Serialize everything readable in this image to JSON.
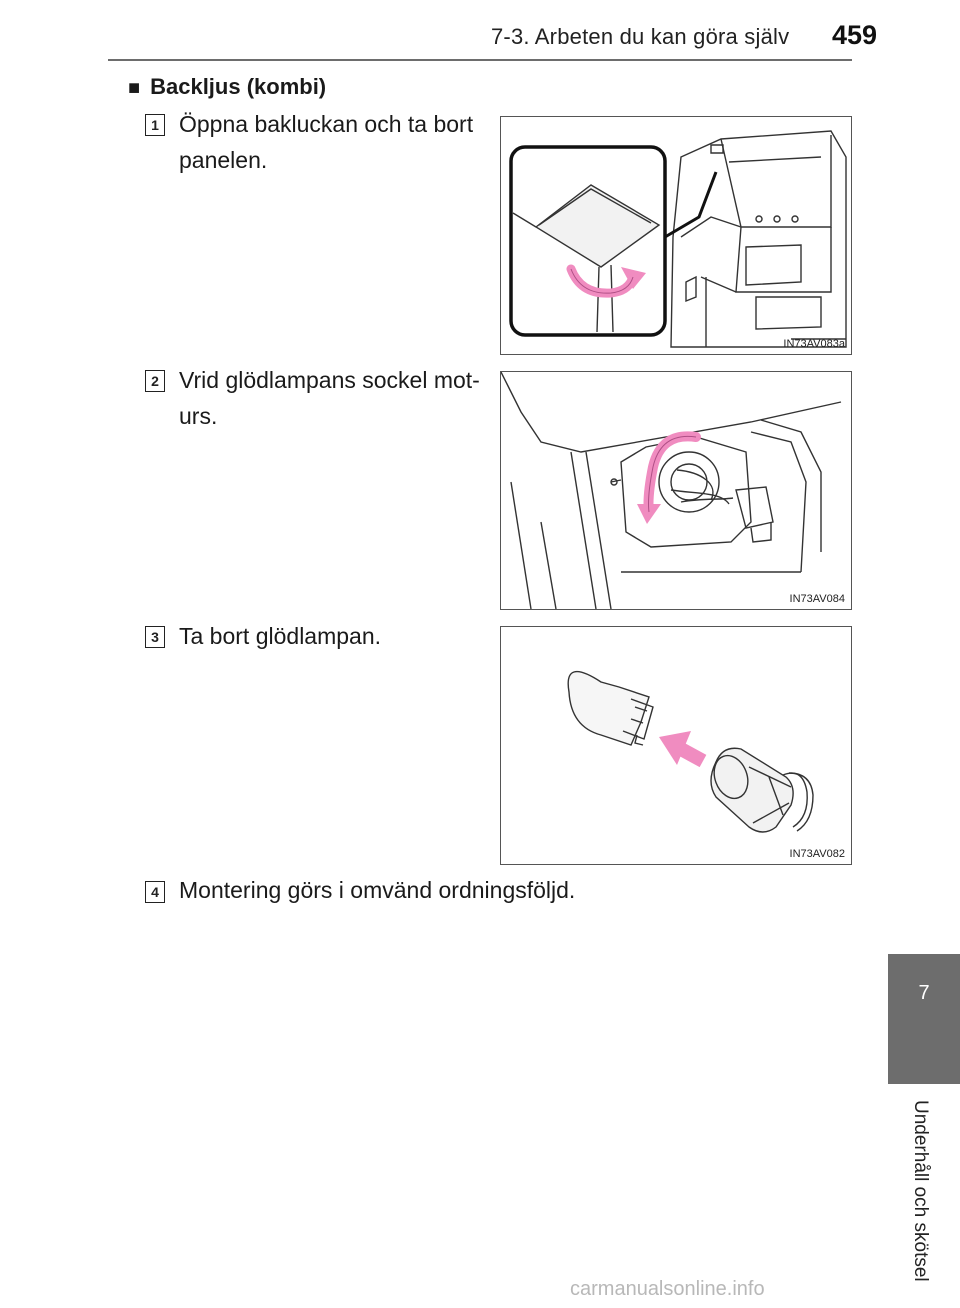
{
  "header": {
    "section": "7-3. Arbeten du kan göra själv",
    "page_number": "459"
  },
  "side_tab": {
    "chapter_number": "7",
    "chapter_title": "Underhåll och skötsel"
  },
  "section": {
    "bullet": "■",
    "title": "Backljus (kombi)"
  },
  "steps": [
    {
      "number": "1",
      "text_lines": [
        "Öppna bakluckan och ta bort",
        "panelen."
      ]
    },
    {
      "number": "2",
      "text_lines": [
        "Vrid glödlampans sockel mot-",
        "urs."
      ]
    },
    {
      "number": "3",
      "text_lines": [
        "Ta bort glödlampan."
      ]
    },
    {
      "number": "4",
      "text_lines": [
        "Montering görs i omvänd ordningsföljd."
      ]
    }
  ],
  "figures": [
    {
      "code": "IN73AV083a"
    },
    {
      "code": "IN73AV084"
    },
    {
      "code": "IN73AV082"
    }
  ],
  "colors": {
    "accent_arrow": "#f08cc0",
    "tab_gray": "#6d6d6d"
  },
  "watermark": "carmanualsonline.info"
}
